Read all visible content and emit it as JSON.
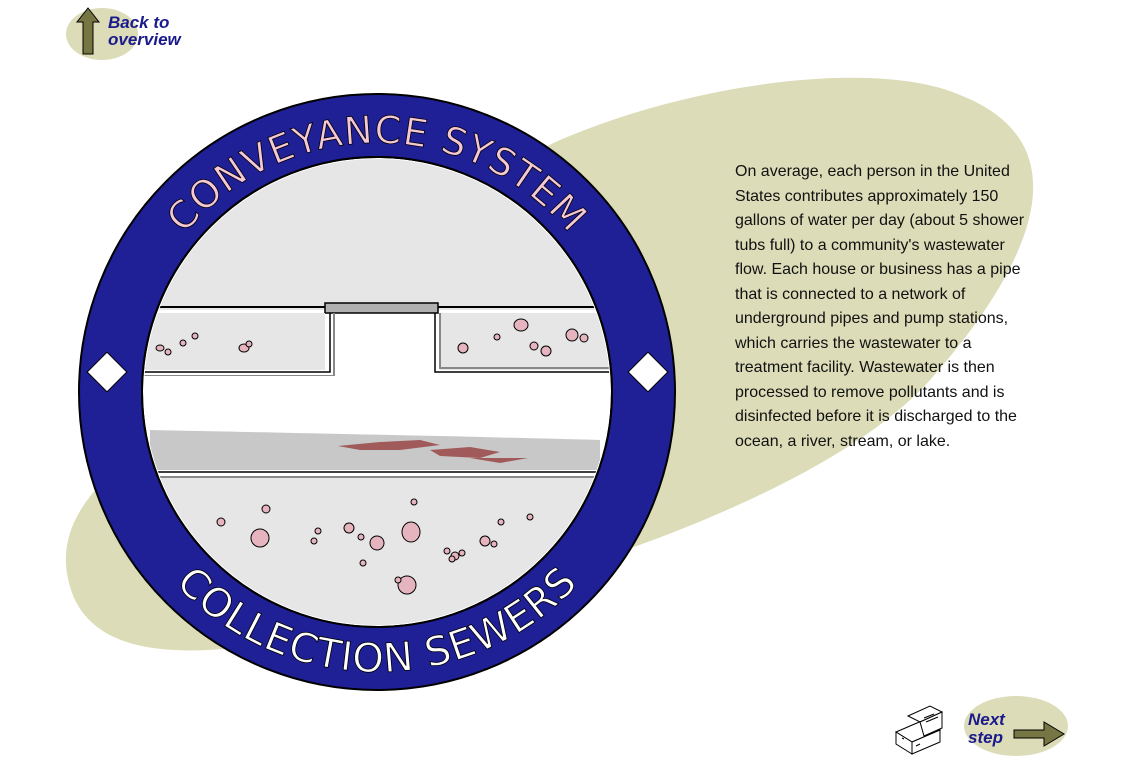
{
  "nav": {
    "back_line1": "Back to",
    "back_line2": "overview",
    "next_line1": "Next",
    "next_line2": "step"
  },
  "badge": {
    "top_title": "CONVEYANCE SYSTEM",
    "bottom_title": "COLLECTION SEWERS"
  },
  "description": "On average, each person in the United States contributes approximately 150 gallons of water per day (about 5 shower tubs full) to a community's wastewater flow. Each house or business has a pipe that is connected to a network of underground pipes and pump stations, which carries the wastewater to a treatment facility. Wastewater is then processed to remove pollutants and is disinfected before it is discharged to the ocean, a river, stream, or lake.",
  "colors": {
    "blob": "#dcdcb8",
    "ring": "#1f1f96",
    "top_title": "#f4c8d6",
    "bottom_title": "#ffffff",
    "link_text": "#1a1a8c",
    "pebble": "#e6b4be"
  }
}
